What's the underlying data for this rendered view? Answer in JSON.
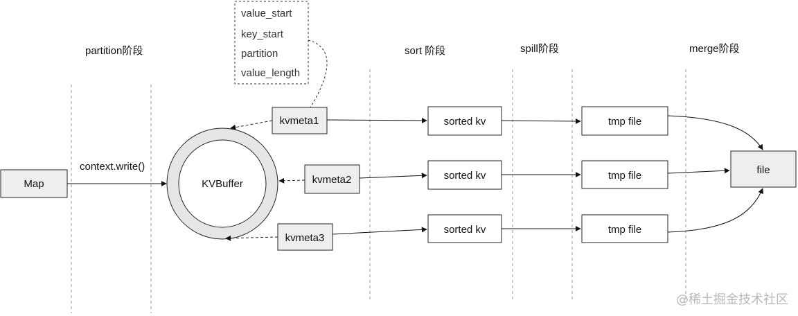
{
  "phases": {
    "partition": "partition阶段",
    "sort": "sort 阶段",
    "spill": "spill阶段",
    "merge": "merge阶段"
  },
  "nodes": {
    "map": "Map",
    "write_call": "context.write()",
    "kvbuffer": "KVBuffer",
    "kvmeta": [
      "kvmeta1",
      "kvmeta2",
      "kvmeta3"
    ],
    "sorted": [
      "sorted kv",
      "sorted kv",
      "sorted kv"
    ],
    "tmp": [
      "tmp file",
      "tmp file",
      "tmp file"
    ],
    "file": "file"
  },
  "meta_fields": [
    "value_start",
    "key_start",
    "partition",
    "value_length"
  ],
  "watermark": "@稀土掘金技术社区",
  "colors": {
    "box_fill": "#eeeeee",
    "box_stroke": "#222222",
    "ring_fill": "#e6e6e6",
    "divider": "#9a9a9a"
  }
}
